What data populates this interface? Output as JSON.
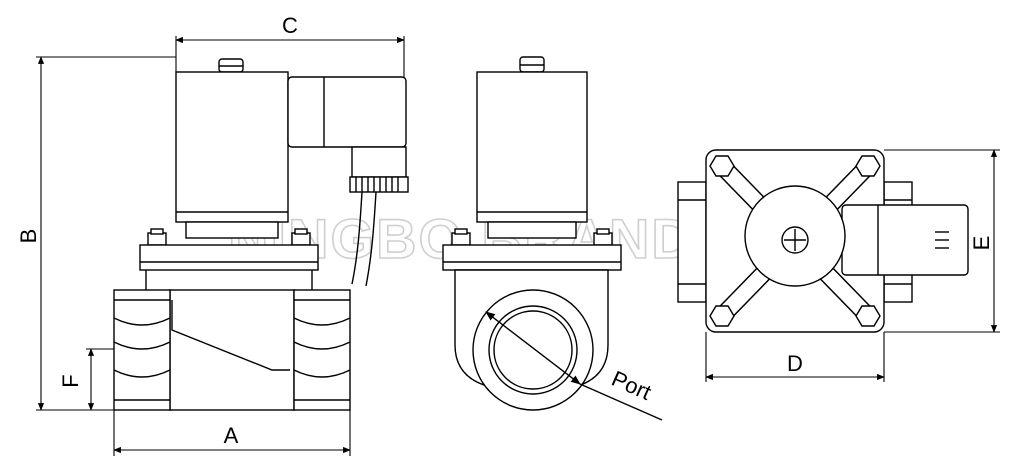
{
  "watermark": "NINGBO BRANDO",
  "dimensions": {
    "a": "A",
    "b": "B",
    "c": "C",
    "d": "D",
    "e": "E",
    "f": "F",
    "port": "Port"
  },
  "colors": {
    "line": "#000000",
    "body_fill": "#ffffff",
    "watermark": "#cfcfcf"
  }
}
